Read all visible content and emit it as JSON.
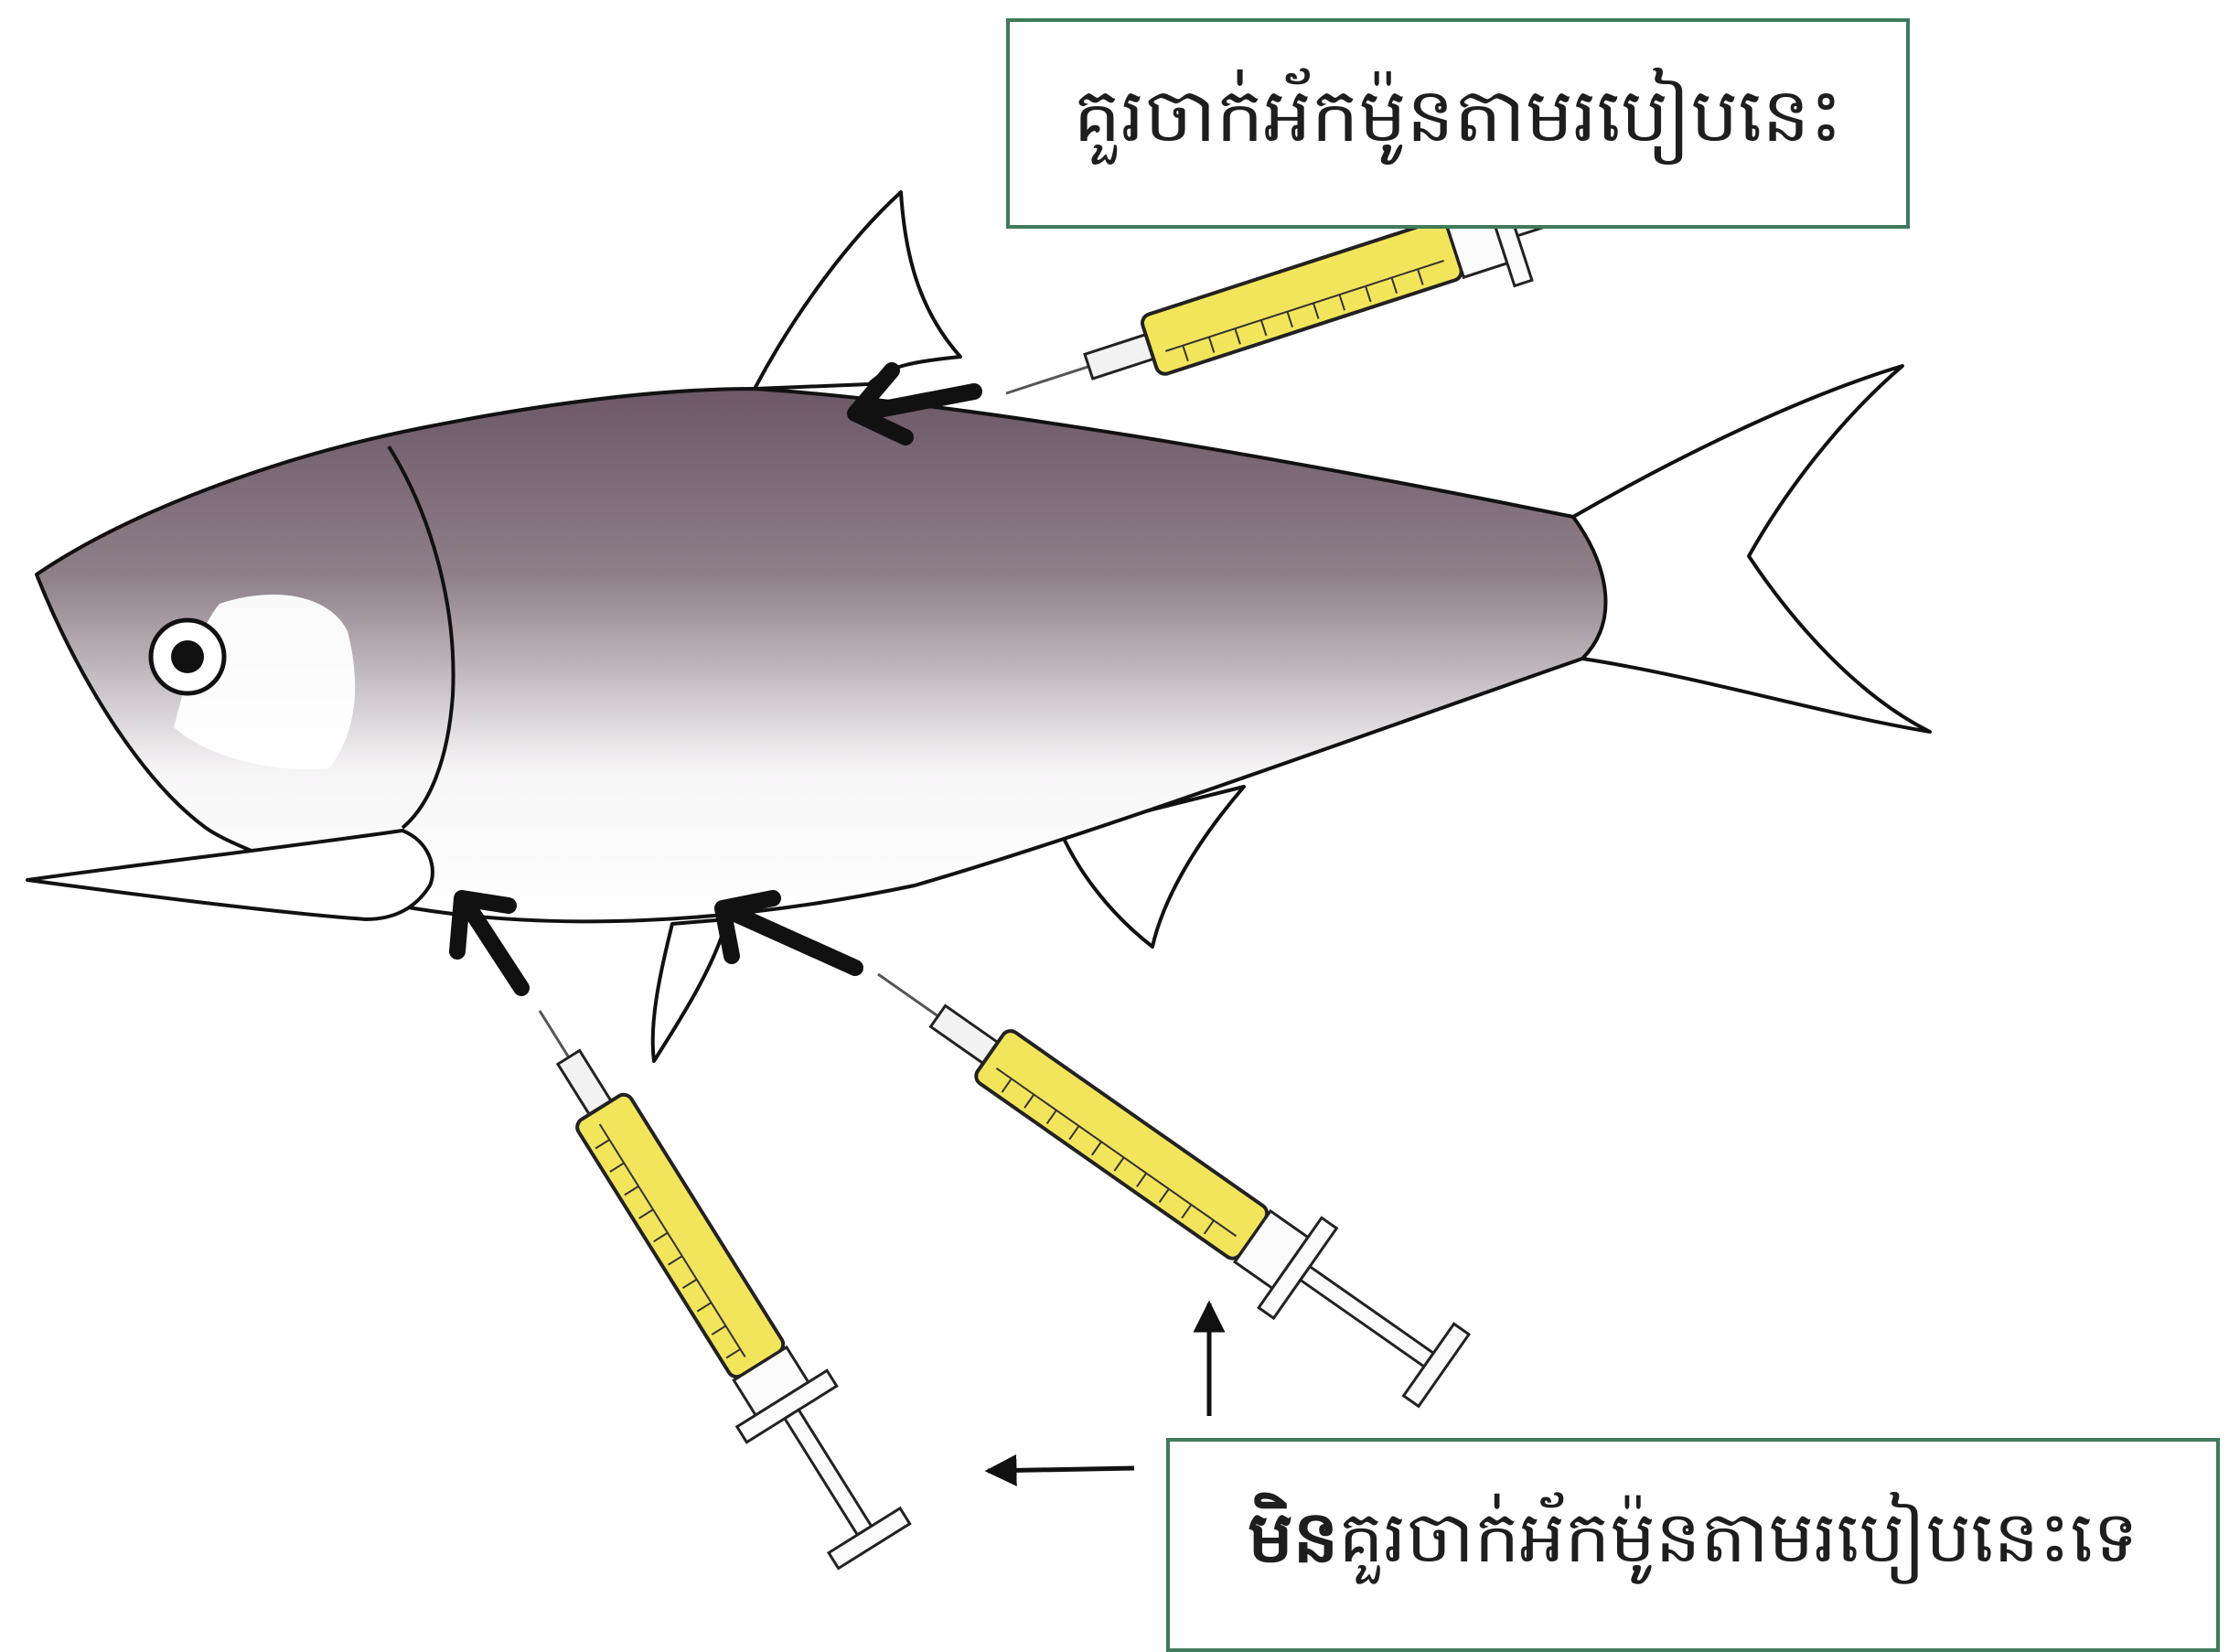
{
  "labels": {
    "correct": "គួរចាក់អ័កម៉ូនតាមរបៀបនេះ",
    "incorrect_prefix": "មិន",
    "incorrect_rest": "គួរចាក់អ័កម៉ូនតាមរបៀបនេះទេ"
  },
  "colors": {
    "box_border": "#3f7a5b",
    "syringe_fill": "#f3e55b",
    "fish_dark": "#6c5866",
    "fish_light": "#ffffff",
    "outline": "#111111"
  }
}
